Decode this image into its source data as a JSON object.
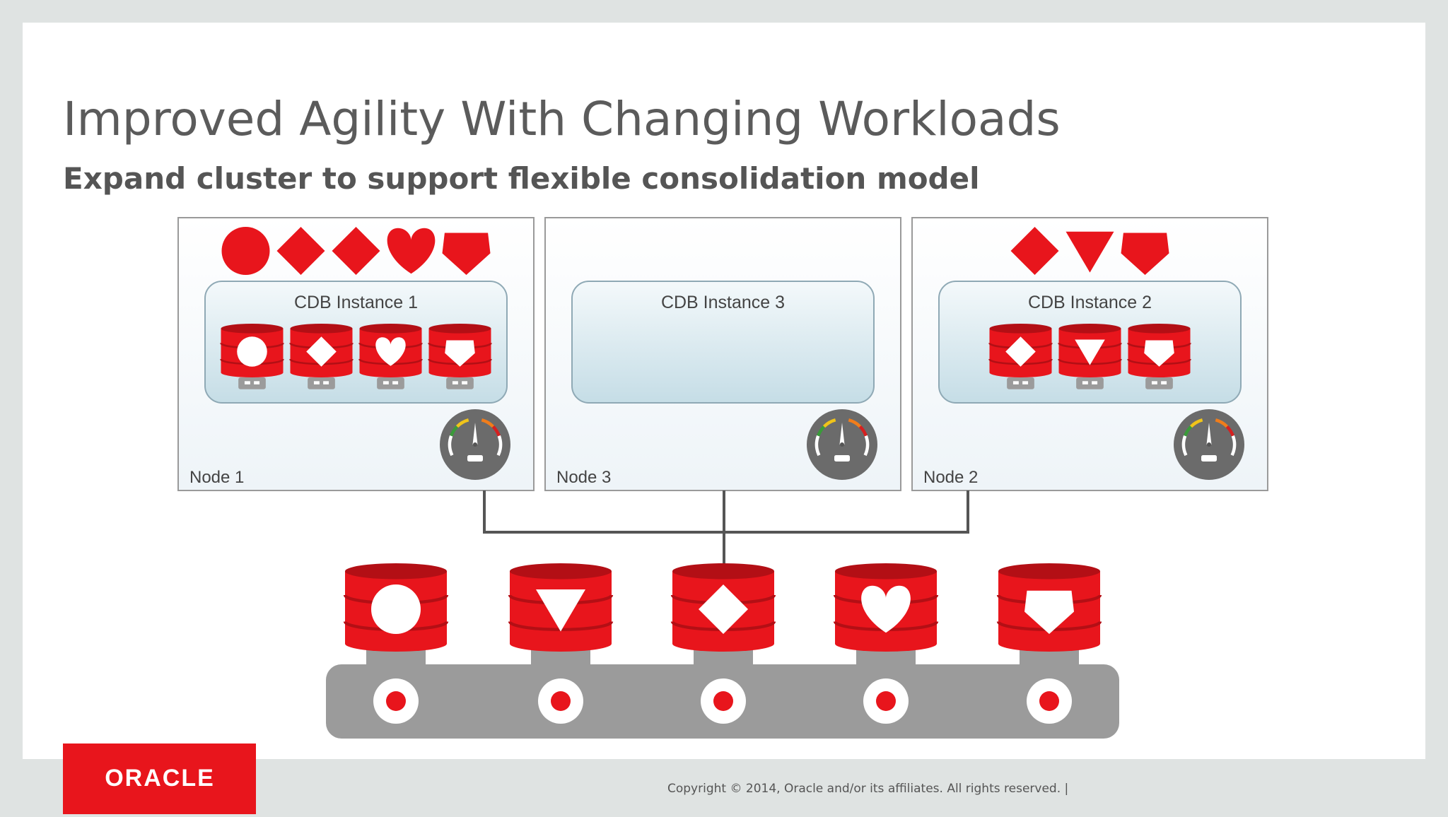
{
  "slide": {
    "title": "Improved Agility With Changing Workloads",
    "subtitle": "Expand cluster to support flexible consolidation model",
    "copyright": "Copyright © 2014, Oracle and/or its affiliates. All rights reserved.  |",
    "logo_text": "ORACLE"
  },
  "nodes": [
    {
      "label": "Node 1",
      "instance": "CDB Instance 1",
      "workloads": [
        "circle",
        "diamond",
        "diamond",
        "heart",
        "pentagon"
      ],
      "pdbs": [
        "circle",
        "diamond",
        "heart",
        "pentagon"
      ]
    },
    {
      "label": "Node 3",
      "instance": "CDB Instance 3",
      "workloads": [],
      "pdbs": []
    },
    {
      "label": "Node 2",
      "instance": "CDB Instance 2",
      "workloads": [
        "diamond",
        "triangle",
        "pentagon"
      ],
      "pdbs": [
        "diamond",
        "triangle",
        "pentagon"
      ]
    }
  ],
  "storage": {
    "databases": [
      "circle",
      "triangle",
      "diamond",
      "heart",
      "pentagon"
    ]
  },
  "colors": {
    "red": "#e8151c",
    "dark_red": "#b30f15",
    "gray": "#9b9b9b",
    "gauge": "#6b6b6b"
  }
}
